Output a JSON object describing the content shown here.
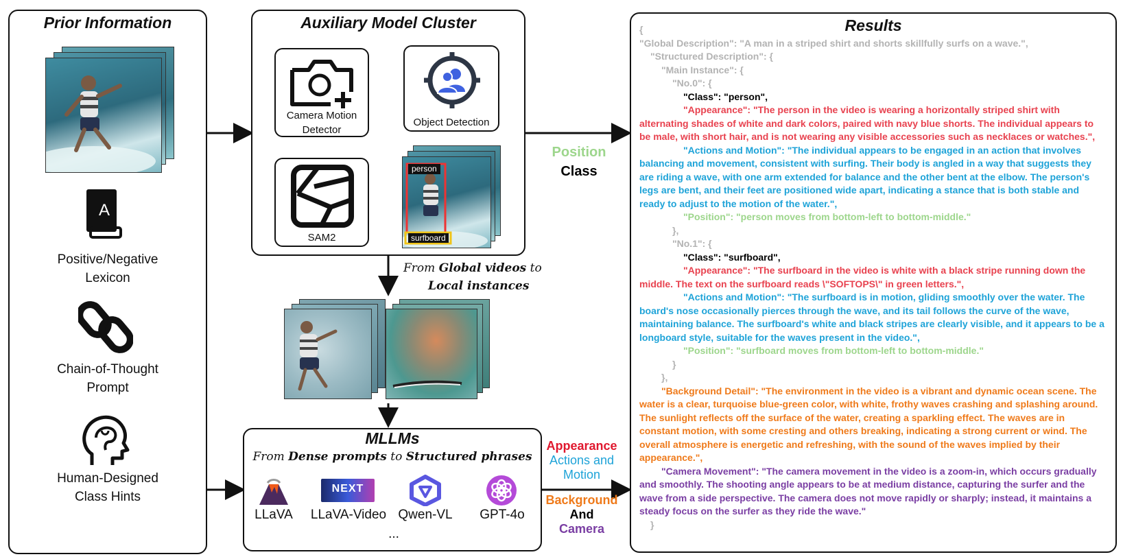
{
  "prior": {
    "title": "Prior Information",
    "items": [
      {
        "line1": "Positive/Negative",
        "line2": "Lexicon"
      },
      {
        "line1": "Chain-of-Thought",
        "line2": "Prompt"
      },
      {
        "line1": "Human-Designed",
        "line2": "Class Hints"
      }
    ]
  },
  "aux": {
    "title": "Auxiliary Model Cluster",
    "camera": {
      "line1": "Camera Motion",
      "line2": "Detector"
    },
    "detection": "Object Detection",
    "sam": "SAM2",
    "box_labels": [
      "person",
      "surfboard"
    ]
  },
  "flow": {
    "from": "From ",
    "global": "Global videos",
    "to": " to",
    "local": "Local instances"
  },
  "mllm": {
    "title": "MLLMs",
    "sub_from": "From ",
    "sub_dense": "Dense prompts",
    "sub_to": " to ",
    "sub_struct": "Structured phrases",
    "models": [
      "LLaVA",
      "LLaVA-Video",
      "Qwen-VL",
      "GPT-4o"
    ],
    "logo_text": "NEXT",
    "ellipsis": "..."
  },
  "mid_labels": {
    "position": "Position",
    "class": "Class",
    "appearance": "Appearance",
    "actions1": "Actions and",
    "actions2": "Motion",
    "background": "Background",
    "and": "And",
    "camera": "Camera"
  },
  "results": {
    "title": "Results",
    "lines": [
      {
        "text": "{",
        "color": "gray",
        "indent": 0
      },
      {
        "text": "\"Global Description\": \"A man in a striped shirt and shorts skillfully surfs on a wave.\",",
        "color": "gray",
        "indent": 0
      },
      {
        "text": "\"Structured Description\": {",
        "color": "gray",
        "indent": 1
      },
      {
        "text": "\"Main Instance\": {",
        "color": "gray",
        "indent": 2
      },
      {
        "text": "\"No.0\": {",
        "color": "gray",
        "indent": 3
      },
      {
        "text": "\"Class\": \"person\",",
        "color": "black",
        "indent": 4
      },
      {
        "text": "\"Appearance\": \"The person in the video is wearing a horizontally striped shirt with alternating shades of white and dark colors, paired with navy blue shorts. The individual appears to be male, with short hair, and is not wearing any visible accessories such as necklaces or watches.\",",
        "color": "red",
        "indent": 4
      },
      {
        "text": "\"Actions and Motion\": \"The individual appears to be engaged in an action that involves balancing and movement, consistent with surfing. Their body is angled in a way that suggests they are riding a wave, with one arm extended for balance and the other bent at the elbow. The person's legs are bent, and their feet are positioned wide apart, indicating a stance that is both stable and ready to adjust to the motion of the water.\",",
        "color": "cyan",
        "indent": 4
      },
      {
        "text": "\"Position\": \"person moves from bottom-left to bottom-middle.\"",
        "color": "green",
        "indent": 4
      },
      {
        "text": "},",
        "color": "gray",
        "indent": 3
      },
      {
        "text": "\"No.1\": {",
        "color": "gray",
        "indent": 3
      },
      {
        "text": "\"Class\": \"surfboard\",",
        "color": "black",
        "indent": 4
      },
      {
        "text": "\"Appearance\": \"The surfboard in the video is white with a black stripe running down the middle. The text on the surfboard reads \\\"SOFTOPS\\\" in green letters.\",",
        "color": "red",
        "indent": 4
      },
      {
        "text": "\"Actions and Motion\": \"The surfboard is in motion, gliding smoothly over the water. The board's nose occasionally pierces through the wave, and its tail follows the curve of the wave, maintaining balance. The surfboard's white and black stripes are clearly visible, and it appears to be a longboard style, suitable for the waves present in the video.\",",
        "color": "cyan",
        "indent": 4
      },
      {
        "text": "\"Position\": \"surfboard moves from bottom-left to bottom-middle.\"",
        "color": "green",
        "indent": 4
      },
      {
        "text": "}",
        "color": "gray",
        "indent": 3
      },
      {
        "text": "},",
        "color": "gray",
        "indent": 2
      },
      {
        "text": "\"Background Detail\": \"The environment in the video is a vibrant and dynamic ocean scene. The water is a clear, turquoise blue-green color, with white, frothy waves crashing and splashing around. The sunlight reflects off the surface of the water, creating a sparkling effect. The waves are in constant motion, with some cresting and others breaking, indicating a strong current or wind. The overall atmosphere is energetic and refreshing, with the sound of the waves implied by their appearance.\",",
        "color": "orange",
        "indent": 2
      },
      {
        "text": "\"Camera Movement\": \"The camera movement in the video is a zoom-in, which occurs gradually and smoothly. The shooting angle appears to be at medium distance, capturing the surfer and the wave from a side perspective. The camera does not move rapidly or sharply; instead, it maintains a steady focus on the surfer as they ride the wave.\"",
        "color": "purple",
        "indent": 2
      },
      {
        "text": "}",
        "color": "gray",
        "indent": 1
      }
    ]
  }
}
